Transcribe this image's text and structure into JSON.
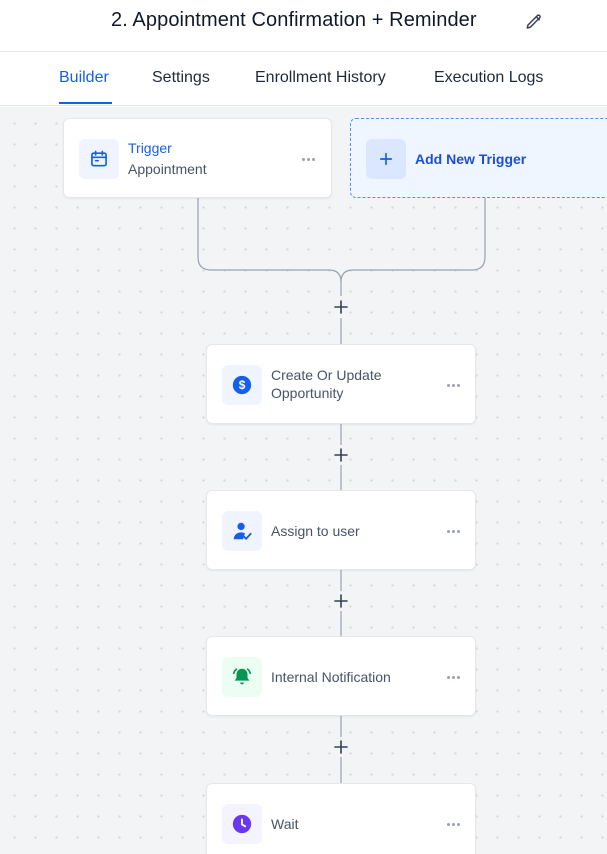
{
  "header": {
    "title": "2. Appointment Confirmation + Reminder",
    "edit_icon": "pencil-icon"
  },
  "tabs": [
    {
      "label": "Builder",
      "active": true
    },
    {
      "label": "Settings",
      "active": false
    },
    {
      "label": "Enrollment History",
      "active": false
    },
    {
      "label": "Execution Logs",
      "active": false
    }
  ],
  "trigger": {
    "title": "Trigger",
    "subtitle": "Appointment",
    "icon": "calendar-icon"
  },
  "add_trigger": {
    "label": "Add New Trigger",
    "icon": "plus-icon"
  },
  "actions": [
    {
      "label_line1": "Create Or Update",
      "label_line2": "Opportunity",
      "icon": "dollar-icon",
      "icon_color": "#155eef"
    },
    {
      "label": "Assign to user",
      "icon": "user-assign-icon",
      "icon_color": "#155eef"
    },
    {
      "label": "Internal Notification",
      "icon": "bell-icon",
      "icon_color": "#079455"
    },
    {
      "label": "Wait",
      "icon": "clock-icon",
      "icon_color": "#6938ef"
    }
  ],
  "colors": {
    "accent": "#155eef",
    "canvas_bg": "#f3f4f6",
    "connector": "#98a2b3"
  }
}
